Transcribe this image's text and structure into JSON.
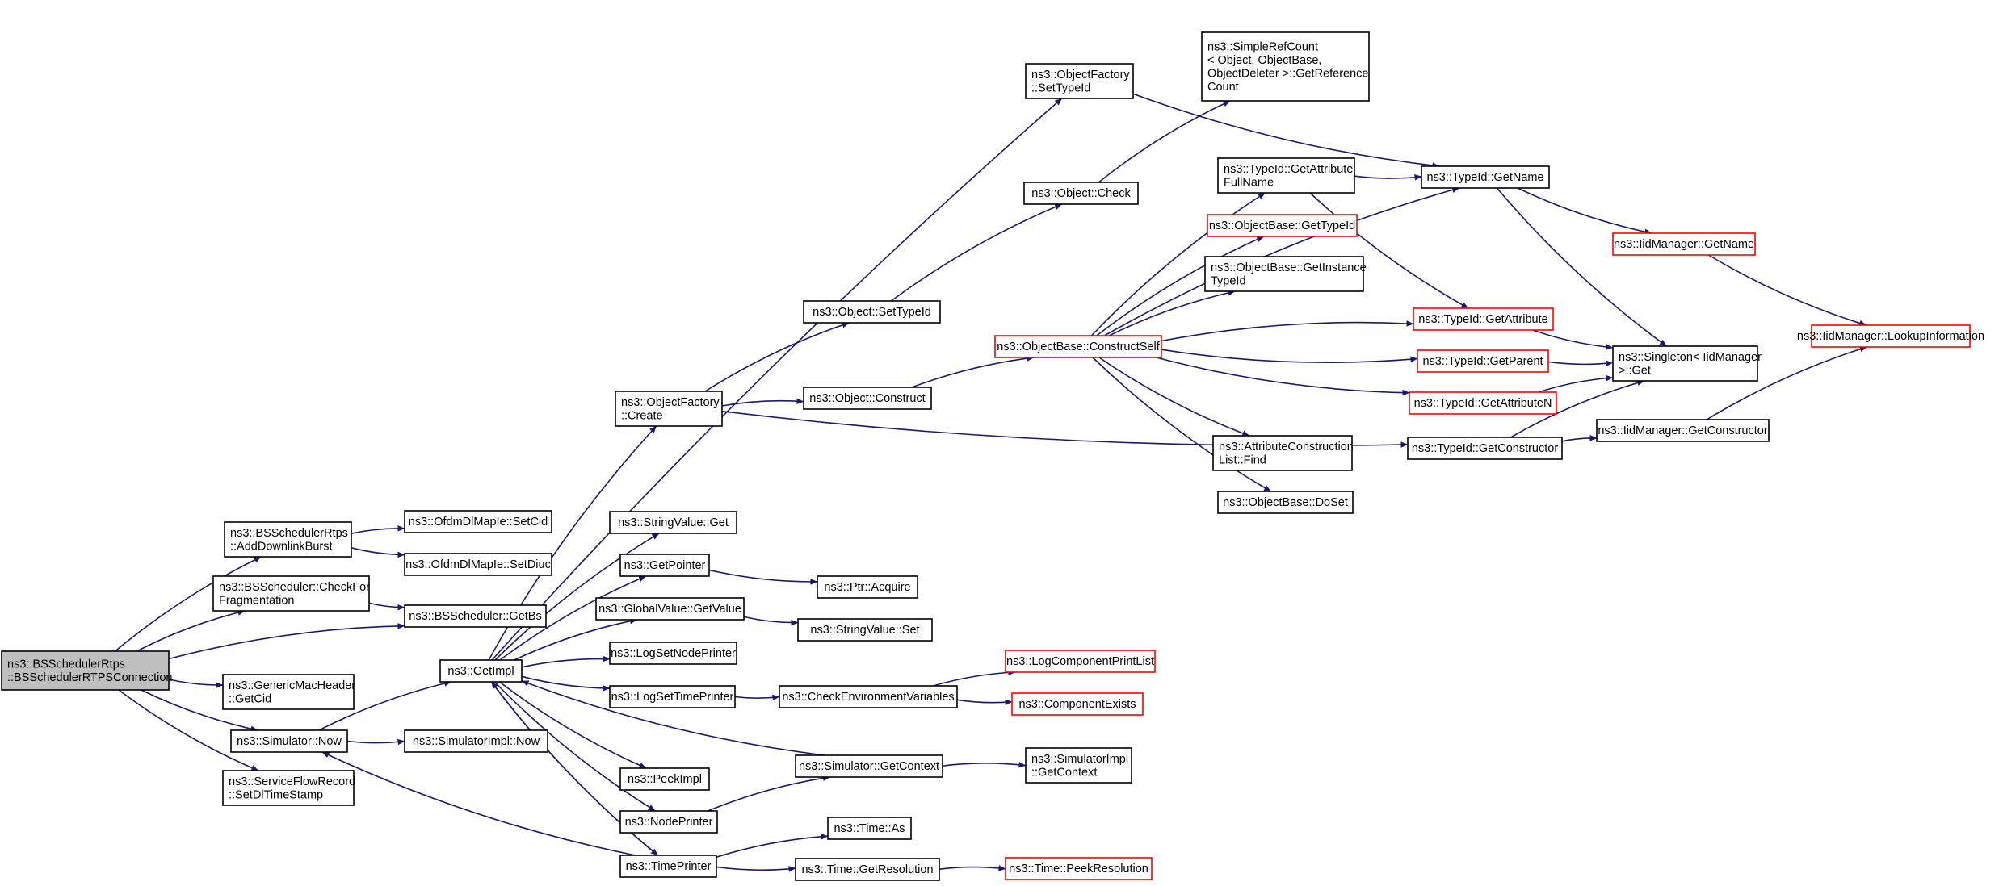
{
  "colors": {
    "edge": "#191970",
    "node_border": "#000000",
    "node_border_truncated": "#ff0000",
    "root_fill": "#bfbfbf",
    "node_fill": "#ffffff"
  },
  "nodes": [
    {
      "id": "root",
      "lines": [
        "ns3::BSSchedulerRtps",
        "::BSSchedulerRTPSConnection"
      ],
      "style": "root"
    },
    {
      "id": "adddl",
      "lines": [
        "ns3::BSSchedulerRtps",
        "::AddDownlinkBurst"
      ],
      "style": "normal"
    },
    {
      "id": "checkfrag",
      "lines": [
        "ns3::BSScheduler::CheckFor",
        "Fragmentation"
      ],
      "style": "normal"
    },
    {
      "id": "getcid",
      "lines": [
        "ns3::GenericMacHeader",
        "::GetCid"
      ],
      "style": "normal"
    },
    {
      "id": "simnow",
      "lines": [
        "ns3::Simulator::Now"
      ],
      "style": "normal"
    },
    {
      "id": "sfr",
      "lines": [
        "ns3::ServiceFlowRecord",
        "::SetDlTimeStamp"
      ],
      "style": "normal"
    },
    {
      "id": "setcid",
      "lines": [
        "ns3::OfdmDlMapIe::SetCid"
      ],
      "style": "normal"
    },
    {
      "id": "setdiuc",
      "lines": [
        "ns3::OfdmDlMapIe::SetDiuc"
      ],
      "style": "normal"
    },
    {
      "id": "getbs",
      "lines": [
        "ns3::BSScheduler::GetBs"
      ],
      "style": "normal"
    },
    {
      "id": "simimplnow",
      "lines": [
        "ns3::SimulatorImpl::Now"
      ],
      "style": "normal"
    },
    {
      "id": "getimpl",
      "lines": [
        "ns3::GetImpl"
      ],
      "style": "normal"
    },
    {
      "id": "ofcreate",
      "lines": [
        "ns3::ObjectFactory",
        "::Create"
      ],
      "style": "normal"
    },
    {
      "id": "strget",
      "lines": [
        "ns3::StringValue::Get"
      ],
      "style": "normal"
    },
    {
      "id": "getptr",
      "lines": [
        "ns3::GetPointer"
      ],
      "style": "normal"
    },
    {
      "id": "gvget",
      "lines": [
        "ns3::GlobalValue::GetValue"
      ],
      "style": "normal"
    },
    {
      "id": "lsnp",
      "lines": [
        "ns3::LogSetNodePrinter"
      ],
      "style": "normal"
    },
    {
      "id": "lstp",
      "lines": [
        "ns3::LogSetTimePrinter"
      ],
      "style": "normal"
    },
    {
      "id": "peekimpl",
      "lines": [
        "ns3::PeekImpl"
      ],
      "style": "normal"
    },
    {
      "id": "nodeprinter",
      "lines": [
        "ns3::NodePrinter"
      ],
      "style": "normal"
    },
    {
      "id": "timeprinter",
      "lines": [
        "ns3::TimePrinter"
      ],
      "style": "normal"
    },
    {
      "id": "ofsettid",
      "lines": [
        "ns3::ObjectFactory",
        "::SetTypeId"
      ],
      "style": "normal"
    },
    {
      "id": "objsettid",
      "lines": [
        "ns3::Object::SetTypeId"
      ],
      "style": "normal"
    },
    {
      "id": "objconstruct",
      "lines": [
        "ns3::Object::Construct"
      ],
      "style": "normal"
    },
    {
      "id": "ptracq",
      "lines": [
        "ns3::Ptr::Acquire"
      ],
      "style": "normal"
    },
    {
      "id": "strset",
      "lines": [
        "ns3::StringValue::Set"
      ],
      "style": "normal"
    },
    {
      "id": "checkenv",
      "lines": [
        "ns3::CheckEnvironmentVariables"
      ],
      "style": "normal"
    },
    {
      "id": "simgetctx",
      "lines": [
        "ns3::Simulator::GetContext"
      ],
      "style": "normal"
    },
    {
      "id": "timeas",
      "lines": [
        "ns3::Time::As"
      ],
      "style": "normal"
    },
    {
      "id": "timegetres",
      "lines": [
        "ns3::Time::GetResolution"
      ],
      "style": "normal"
    },
    {
      "id": "objcheck",
      "lines": [
        "ns3::Object::Check"
      ],
      "style": "normal"
    },
    {
      "id": "simplerefcount",
      "lines": [
        "ns3::SimpleRefCount",
        "< Object, ObjectBase,",
        "ObjectDeleter >::GetReference",
        "Count"
      ],
      "style": "normal"
    },
    {
      "id": "constructself",
      "lines": [
        "ns3::ObjectBase::ConstructSelf"
      ],
      "style": "truncated"
    },
    {
      "id": "logcpl",
      "lines": [
        "ns3::LogComponentPrintList"
      ],
      "style": "truncated"
    },
    {
      "id": "compexists",
      "lines": [
        "ns3::ComponentExists"
      ],
      "style": "truncated"
    },
    {
      "id": "simimplctx",
      "lines": [
        "ns3::SimulatorImpl",
        "::GetContext"
      ],
      "style": "normal"
    },
    {
      "id": "peekres",
      "lines": [
        "ns3::Time::PeekResolution"
      ],
      "style": "truncated"
    },
    {
      "id": "tidgafn",
      "lines": [
        "ns3::TypeId::GetAttribute",
        "FullName"
      ],
      "style": "normal"
    },
    {
      "id": "obgettid",
      "lines": [
        "ns3::ObjectBase::GetTypeId"
      ],
      "style": "truncated"
    },
    {
      "id": "obgetinst",
      "lines": [
        "ns3::ObjectBase::GetInstance",
        "TypeId"
      ],
      "style": "normal"
    },
    {
      "id": "acfind",
      "lines": [
        "ns3::AttributeConstruction",
        "List::Find"
      ],
      "style": "normal"
    },
    {
      "id": "obdoset",
      "lines": [
        "ns3::ObjectBase::DoSet"
      ],
      "style": "normal"
    },
    {
      "id": "tidgetname",
      "lines": [
        "ns3::TypeId::GetName"
      ],
      "style": "normal"
    },
    {
      "id": "tidgetattr",
      "lines": [
        "ns3::TypeId::GetAttribute"
      ],
      "style": "truncated"
    },
    {
      "id": "tidgetparent",
      "lines": [
        "ns3::TypeId::GetParent"
      ],
      "style": "truncated"
    },
    {
      "id": "tidgetattrn",
      "lines": [
        "ns3::TypeId::GetAttributeN"
      ],
      "style": "truncated"
    },
    {
      "id": "tidgetctor",
      "lines": [
        "ns3::TypeId::GetConstructor"
      ],
      "style": "normal"
    },
    {
      "id": "iidgetname",
      "lines": [
        "ns3::IidManager::GetName"
      ],
      "style": "truncated"
    },
    {
      "id": "singleton",
      "lines": [
        "ns3::Singleton< IidManager",
        ">::Get"
      ],
      "style": "normal"
    },
    {
      "id": "iidgetctor",
      "lines": [
        "ns3::IidManager::GetConstructor"
      ],
      "style": "normal"
    },
    {
      "id": "iidlookup",
      "lines": [
        "ns3::IidManager::LookupInformation"
      ],
      "style": "truncated"
    }
  ],
  "edges": [
    [
      "root",
      "adddl"
    ],
    [
      "root",
      "checkfrag"
    ],
    [
      "root",
      "getbs"
    ],
    [
      "root",
      "getcid"
    ],
    [
      "root",
      "simnow"
    ],
    [
      "root",
      "sfr"
    ],
    [
      "adddl",
      "setcid"
    ],
    [
      "adddl",
      "setdiuc"
    ],
    [
      "checkfrag",
      "getbs"
    ],
    [
      "simnow",
      "getimpl"
    ],
    [
      "simnow",
      "simimplnow"
    ],
    [
      "getimpl",
      "ofcreate"
    ],
    [
      "getimpl",
      "ofsettid"
    ],
    [
      "getimpl",
      "strget"
    ],
    [
      "getimpl",
      "getptr"
    ],
    [
      "getimpl",
      "gvget"
    ],
    [
      "getimpl",
      "lsnp"
    ],
    [
      "getimpl",
      "lstp"
    ],
    [
      "getimpl",
      "peekimpl"
    ],
    [
      "getimpl",
      "nodeprinter"
    ],
    [
      "getimpl",
      "timeprinter"
    ],
    [
      "simgetctx",
      "getimpl"
    ],
    [
      "timeprinter",
      "simnow"
    ],
    [
      "timeprinter",
      "getimpl"
    ],
    [
      "ofcreate",
      "objsettid"
    ],
    [
      "ofcreate",
      "objconstruct"
    ],
    [
      "ofcreate",
      "tidgetctor"
    ],
    [
      "ofsettid",
      "tidgetname"
    ],
    [
      "objsettid",
      "objcheck"
    ],
    [
      "objcheck",
      "simplerefcount"
    ],
    [
      "objconstruct",
      "constructself"
    ],
    [
      "getptr",
      "ptracq"
    ],
    [
      "gvget",
      "strset"
    ],
    [
      "lstp",
      "checkenv"
    ],
    [
      "checkenv",
      "logcpl"
    ],
    [
      "checkenv",
      "compexists"
    ],
    [
      "nodeprinter",
      "simgetctx"
    ],
    [
      "simgetctx",
      "simimplctx"
    ],
    [
      "timeprinter",
      "timeas"
    ],
    [
      "timeprinter",
      "timegetres"
    ],
    [
      "timegetres",
      "peekres"
    ],
    [
      "constructself",
      "tidgafn"
    ],
    [
      "constructself",
      "tidgetname"
    ],
    [
      "constructself",
      "obgettid"
    ],
    [
      "constructself",
      "obgetinst"
    ],
    [
      "constructself",
      "tidgetattr"
    ],
    [
      "constructself",
      "tidgetparent"
    ],
    [
      "constructself",
      "tidgetattrn"
    ],
    [
      "constructself",
      "acfind"
    ],
    [
      "constructself",
      "obdoset"
    ],
    [
      "tidgafn",
      "tidgetname"
    ],
    [
      "tidgafn",
      "tidgetattr"
    ],
    [
      "tidgetname",
      "iidgetname"
    ],
    [
      "tidgetname",
      "singleton"
    ],
    [
      "tidgetattr",
      "singleton"
    ],
    [
      "tidgetparent",
      "singleton"
    ],
    [
      "tidgetattrn",
      "singleton"
    ],
    [
      "tidgetctor",
      "singleton"
    ],
    [
      "tidgetctor",
      "iidgetctor"
    ],
    [
      "iidgetname",
      "iidlookup"
    ],
    [
      "iidgetctor",
      "iidlookup"
    ]
  ]
}
